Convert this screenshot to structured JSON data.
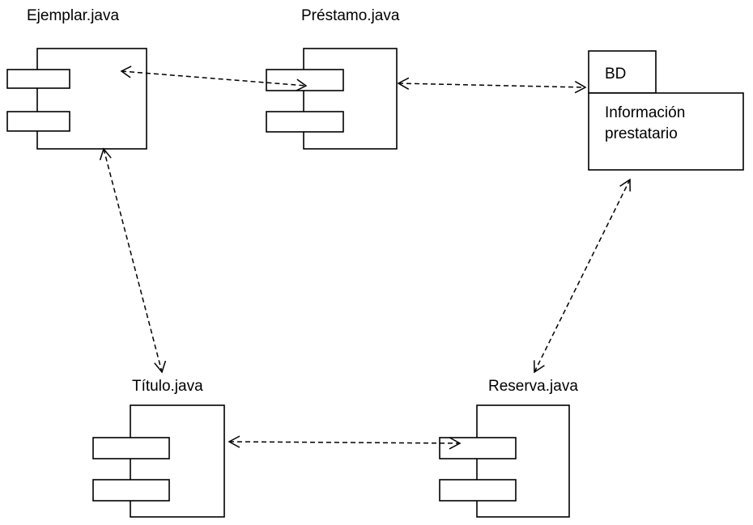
{
  "components": [
    {
      "id": "ejemplar",
      "label": "Ejemplar.java"
    },
    {
      "id": "prestamo",
      "label": "Préstamo.java"
    },
    {
      "id": "titulo",
      "label": "Título.java"
    },
    {
      "id": "reserva",
      "label": "Reserva.java"
    }
  ],
  "package": {
    "tab_label": "BD",
    "body_line1": "Información",
    "body_line2": "prestatario"
  },
  "dependencies": [
    {
      "from": "Ejemplar.java",
      "to": "Préstamo.java",
      "style": "dashed",
      "arrows": "both"
    },
    {
      "from": "Préstamo.java",
      "to": "BD",
      "style": "dashed",
      "arrows": "both"
    },
    {
      "from": "Ejemplar.java",
      "to": "Título.java",
      "style": "dashed",
      "arrows": "both"
    },
    {
      "from": "Título.java",
      "to": "Reserva.java",
      "style": "dashed",
      "arrows": "both"
    },
    {
      "from": "Reserva.java",
      "to": "BD",
      "style": "dashed",
      "arrows": "both"
    }
  ]
}
